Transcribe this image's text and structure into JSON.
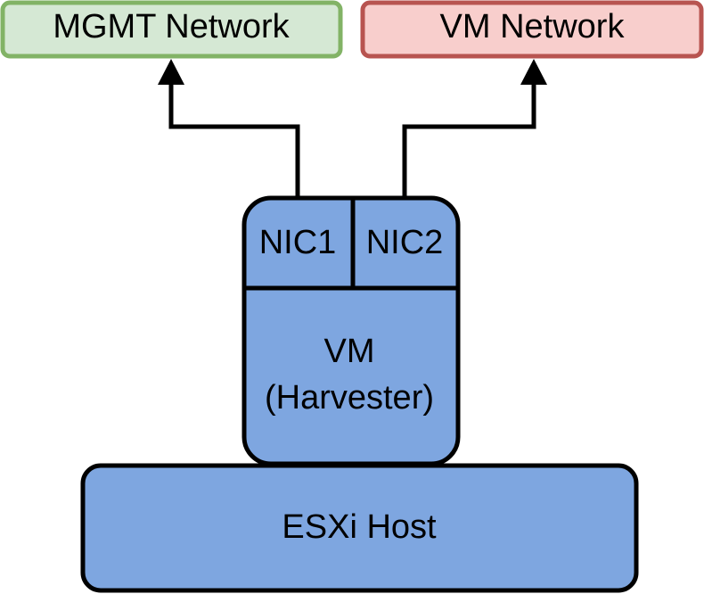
{
  "networks": {
    "mgmt": {
      "label": "MGMT Network",
      "fill": "#d5e8d4",
      "stroke": "#82b366"
    },
    "vm": {
      "label": "VM Network",
      "fill": "#f8cecc",
      "stroke": "#b85450"
    }
  },
  "vm_box": {
    "nic1_label": "NIC1",
    "nic2_label": "NIC2",
    "title_line1": "VM",
    "title_line2": "(Harvester)",
    "fill": "#7ea6e0"
  },
  "host": {
    "label": "ESXi Host",
    "fill": "#7ea6e0"
  },
  "colors": {
    "line": "#000000"
  }
}
